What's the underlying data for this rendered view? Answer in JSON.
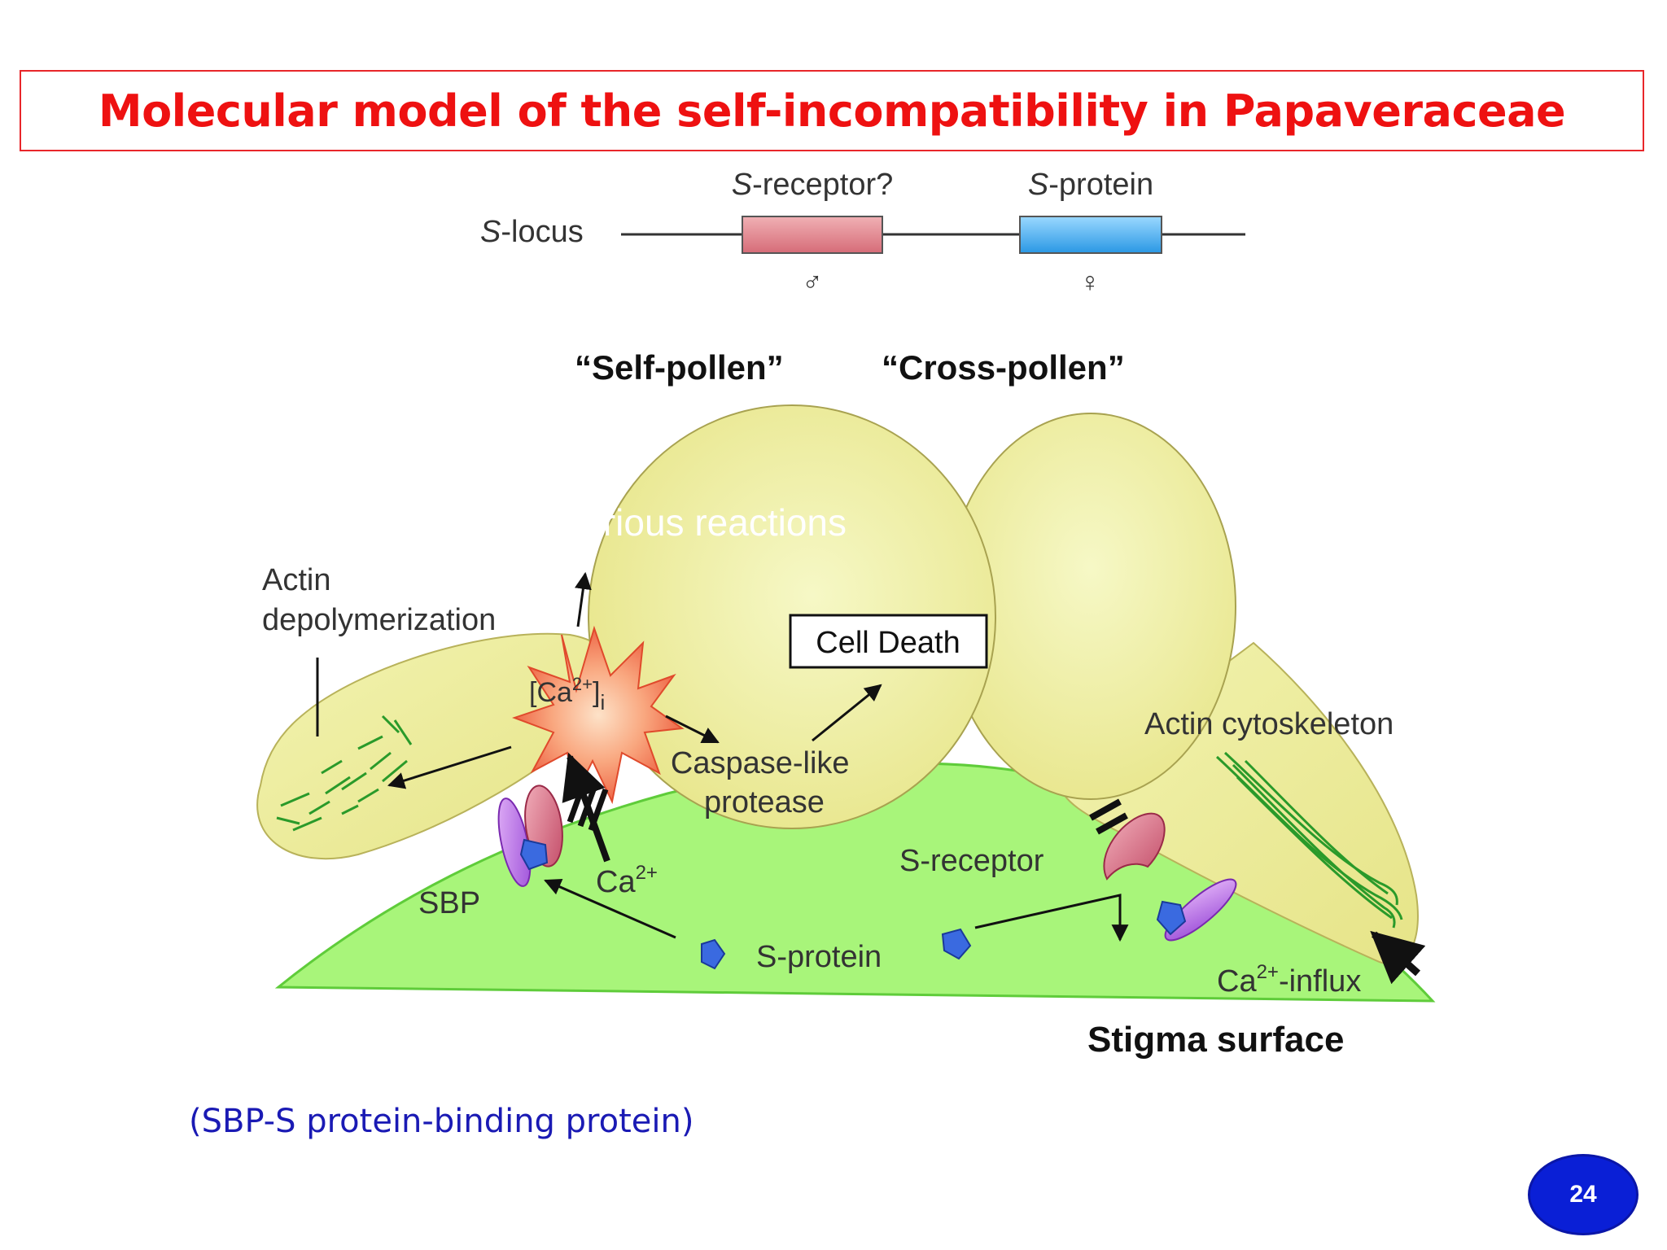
{
  "slide": {
    "title": "Molecular model of the self-incompatibility in Papaveraceae",
    "footnote": "(SBP-S protein-binding protein)",
    "page_number": "24"
  },
  "diagram": {
    "locus": {
      "label_italic": "S",
      "label_rest": "-locus",
      "receptor_italic": "S",
      "receptor_rest": "-receptor?",
      "protein_italic": "S",
      "protein_rest": "-protein",
      "male_symbol": "♂",
      "female_symbol": "♀"
    },
    "self_pollen": "“Self-pollen”",
    "cross_pollen": "“Cross-pollen”",
    "various_reactions": "Various reactions",
    "actin_depoly_line1": "Actin",
    "actin_depoly_line2": "depolymerization",
    "ca_i_base": "[Ca",
    "ca_i_sup": "2+",
    "ca_i_close": "]",
    "ca_i_sub": "i",
    "cell_death": "Cell Death",
    "caspase_line1": "Caspase-like",
    "caspase_line2": "protease",
    "actin_cytoskeleton": "Actin cytoskeleton",
    "s_receptor": "S-receptor",
    "sbp": "SBP",
    "ca_base": "Ca",
    "ca_sup": "2+",
    "s_protein": "S-protein",
    "ca_influx_base": "Ca",
    "ca_influx_sup": "2+",
    "ca_influx_rest": "-influx",
    "stigma_surface": "Stigma surface"
  },
  "colors": {
    "title_red": "#ee1111",
    "footnote_blue": "#1a1ab4",
    "badge_blue": "#0a1fd6",
    "pollen_yellow": "#efef9a",
    "stigma_green": "#a8f57a",
    "receptor_pink": "#e89aa0",
    "protein_blue": "#5ab8f0"
  }
}
